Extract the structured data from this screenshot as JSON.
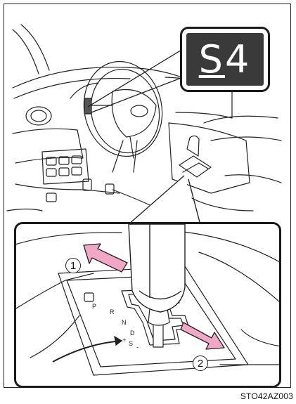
{
  "badge": {
    "first": "S",
    "second": "4"
  },
  "callouts": {
    "one": "1",
    "two": "2"
  },
  "gate_labels": {
    "p": "P",
    "r": "R",
    "n": "N",
    "d": "D",
    "s": "S",
    "plus": "+",
    "minus": "-"
  },
  "figure_code": "STO42AZ003",
  "colors": {
    "badge_bg": "#3a3a3a",
    "arrow_fill": "#f3a7c6",
    "line": "#222222"
  }
}
